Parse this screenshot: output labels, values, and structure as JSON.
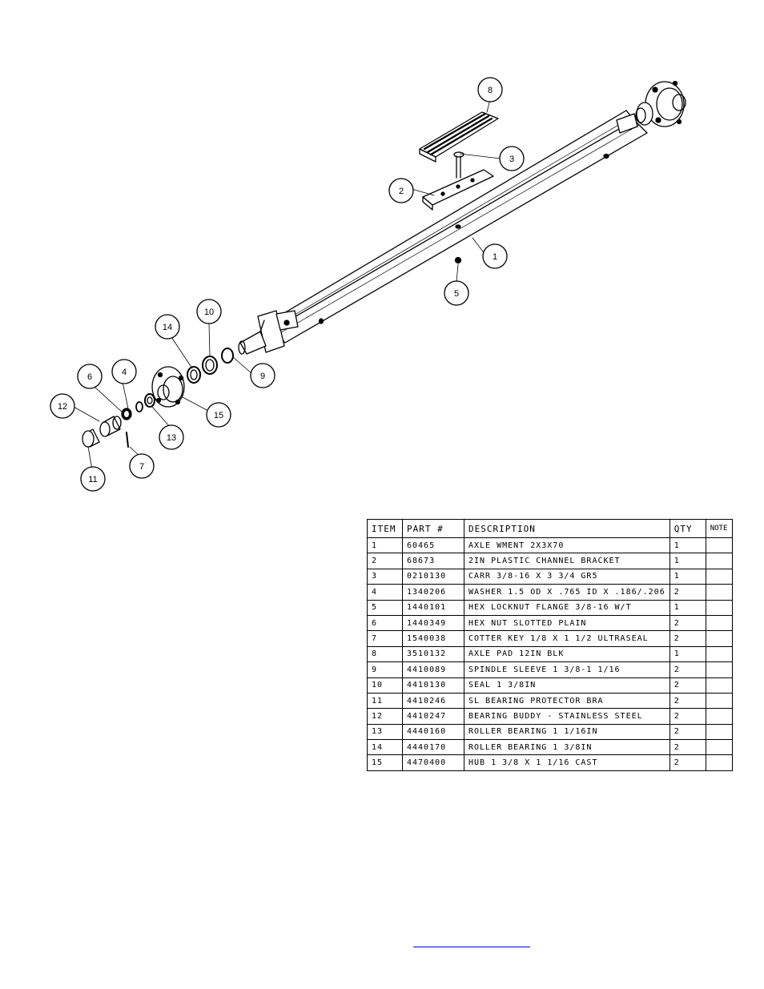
{
  "callouts": [
    {
      "id": "1",
      "label": "1"
    },
    {
      "id": "2",
      "label": "2"
    },
    {
      "id": "3",
      "label": "3"
    },
    {
      "id": "4",
      "label": "4"
    },
    {
      "id": "5",
      "label": "5"
    },
    {
      "id": "6",
      "label": "6"
    },
    {
      "id": "7",
      "label": "7"
    },
    {
      "id": "8",
      "label": "8"
    },
    {
      "id": "9",
      "label": "9"
    },
    {
      "id": "10",
      "label": "10"
    },
    {
      "id": "11",
      "label": "11"
    },
    {
      "id": "12",
      "label": "12"
    },
    {
      "id": "13",
      "label": "13"
    },
    {
      "id": "14",
      "label": "14"
    },
    {
      "id": "15",
      "label": "15"
    }
  ],
  "bom": {
    "headers": {
      "item": "ITEM",
      "part": "PART #",
      "desc": "DESCRIPTION",
      "qty": "QTY",
      "note": "NOTE"
    },
    "rows": [
      {
        "item": "1",
        "part": "60465",
        "desc": "AXLE WMENT   2X3X70",
        "qty": "1",
        "note": ""
      },
      {
        "item": "2",
        "part": "68673",
        "desc": "2IN PLASTIC CHANNEL BRACKET",
        "qty": "1",
        "note": ""
      },
      {
        "item": "3",
        "part": "0210130",
        "desc": "CARR 3/8-16 X 3 3/4 GR5",
        "qty": "1",
        "note": ""
      },
      {
        "item": "4",
        "part": "1340206",
        "desc": "WASHER 1.5 OD X .765 ID X .186/.206",
        "qty": "2",
        "note": ""
      },
      {
        "item": "5",
        "part": "1440101",
        "desc": "HEX LOCKNUT FLANGE 3/8-16 W/T",
        "qty": "1",
        "note": ""
      },
      {
        "item": "6",
        "part": "1440349",
        "desc": "HEX NUT SLOTTED PLAIN",
        "qty": "2",
        "note": ""
      },
      {
        "item": "7",
        "part": "1540038",
        "desc": "COTTER KEY 1/8 X 1 1/2 ULTRASEAL",
        "qty": "2",
        "note": ""
      },
      {
        "item": "8",
        "part": "3510132",
        "desc": "AXLE PAD 12IN  BLK",
        "qty": "1",
        "note": ""
      },
      {
        "item": "9",
        "part": "4410089",
        "desc": "SPINDLE SLEEVE  1 3/8-1 1/16",
        "qty": "2",
        "note": ""
      },
      {
        "item": "10",
        "part": "4410130",
        "desc": "SEAL  1 3/8IN",
        "qty": "2",
        "note": ""
      },
      {
        "item": "11",
        "part": "4410246",
        "desc": "SL BEARING PROTECTOR BRA",
        "qty": "2",
        "note": ""
      },
      {
        "item": "12",
        "part": "4410247",
        "desc": "BEARING BUDDY - STAINLESS STEEL",
        "qty": "2",
        "note": ""
      },
      {
        "item": "13",
        "part": "4440160",
        "desc": "ROLLER BEARING   1 1/16IN",
        "qty": "2",
        "note": ""
      },
      {
        "item": "14",
        "part": "4440170",
        "desc": "ROLLER BEARING   1 3/8IN",
        "qty": "2",
        "note": ""
      },
      {
        "item": "15",
        "part": "4470400",
        "desc": "HUB   1 3/8 X 1 1/16 CAST",
        "qty": "2",
        "note": ""
      }
    ]
  }
}
